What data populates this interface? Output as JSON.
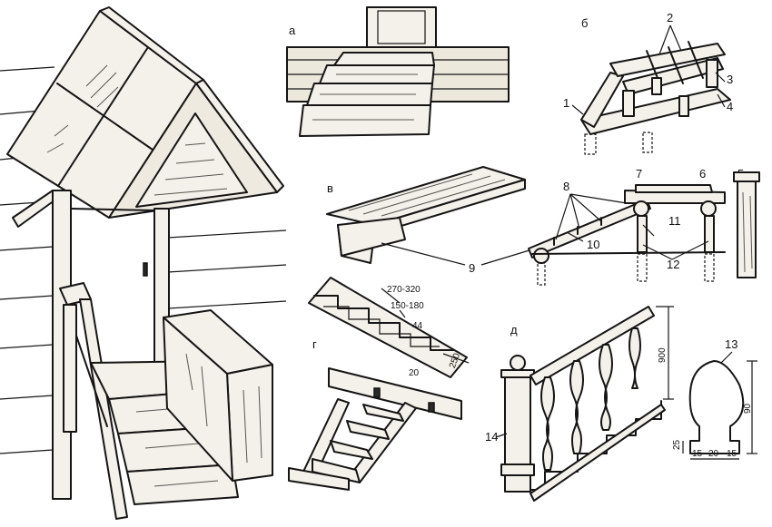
{
  "panel_labels": {
    "a": "а",
    "b": "б",
    "v": "в",
    "g": "г",
    "d": "д"
  },
  "part_numbers": {
    "n1": "1",
    "n2": "2",
    "n3": "3",
    "n4": "4",
    "n5": "5",
    "n6": "6",
    "n7": "7",
    "n8": "8",
    "n9": "9",
    "n10": "10",
    "n11": "11",
    "n12": "12",
    "n13": "13",
    "n14": "14"
  },
  "dimensions": {
    "tread_range": "270-320",
    "riser_range": "150-180",
    "stringer_cut": "44",
    "tread_thickness": "20",
    "stringer_height": "250",
    "railing_height": "900",
    "baluster_height": "90",
    "base_height": "25",
    "base_left": "15",
    "base_mid": "20",
    "base_right": "15"
  }
}
